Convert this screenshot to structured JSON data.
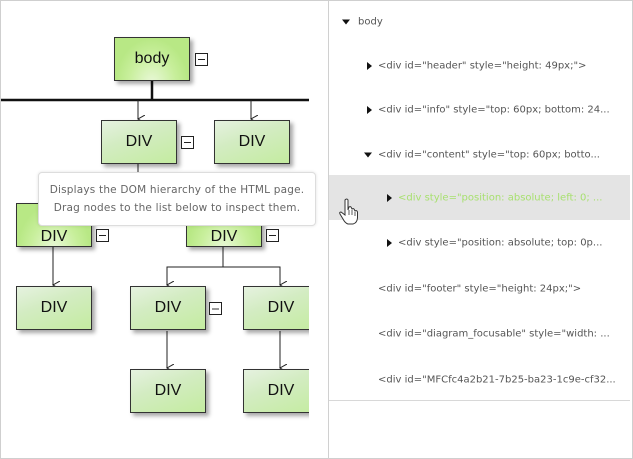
{
  "diagram": {
    "root": "body",
    "level1": [
      "DIV",
      "DIV"
    ],
    "level2": [
      "DIV",
      "DIV"
    ],
    "level3": [
      "DIV",
      "DIV",
      "DIV"
    ],
    "level4": [
      "DIV",
      "DIV"
    ],
    "node_color": "#c0ec8c"
  },
  "tooltip": {
    "line1": "Displays the DOM hierarchy of the HTML page.",
    "line2": "Drag nodes to the list below to inspect them."
  },
  "tree": {
    "items": [
      {
        "label": "body",
        "expander": "triangle-down-icon"
      },
      {
        "label": "<div id=\"header\" style=\"height: 49px;\">",
        "expander": "triangle-right-icon"
      },
      {
        "label": "<div id=\"info\" style=\"top: 60px; bottom: 24...",
        "expander": "triangle-right-icon"
      },
      {
        "label": "<div id=\"content\" style=\"top: 60px; botto...",
        "expander": "triangle-down-icon"
      },
      {
        "label": "<div style=\"position: absolute; left: 0; ...",
        "expander": "triangle-right-icon",
        "selected": true
      },
      {
        "label": "<div style=\"position: absolute; top: 0p...",
        "expander": "triangle-right-icon"
      },
      {
        "label": "<div id=\"footer\" style=\"height: 24px;\">"
      },
      {
        "label": "<div id=\"diagram_focusable\" style=\"width: ..."
      },
      {
        "label": "<div id=\"MFCfc4a2b21-7b25-ba23-1c9e-cf32..."
      }
    ],
    "selected_color": "#a8e070"
  }
}
